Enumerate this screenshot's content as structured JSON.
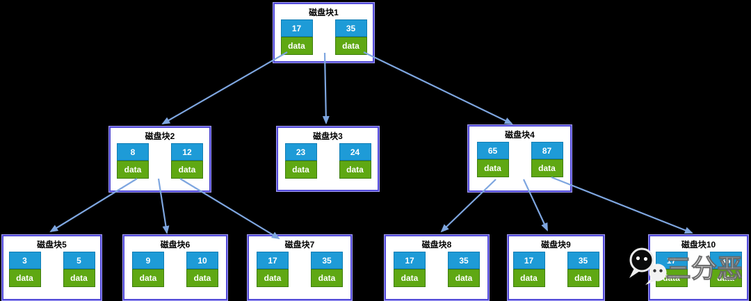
{
  "diagram": {
    "nodes": [
      {
        "id": "b1",
        "label": "磁盘块1",
        "keys": [
          "17",
          "35"
        ],
        "data_label": "data"
      },
      {
        "id": "b2",
        "label": "磁盘块2",
        "keys": [
          "8",
          "12"
        ],
        "data_label": "data"
      },
      {
        "id": "b3",
        "label": "磁盘块3",
        "keys": [
          "23",
          "24"
        ],
        "data_label": "data"
      },
      {
        "id": "b4",
        "label": "磁盘块4",
        "keys": [
          "65",
          "87"
        ],
        "data_label": "data"
      },
      {
        "id": "b5",
        "label": "磁盘块5",
        "keys": [
          "3",
          "5"
        ],
        "data_label": "data"
      },
      {
        "id": "b6",
        "label": "磁盘块6",
        "keys": [
          "9",
          "10"
        ],
        "data_label": "data"
      },
      {
        "id": "b7",
        "label": "磁盘块7",
        "keys": [
          "17",
          "35"
        ],
        "data_label": "data"
      },
      {
        "id": "b8",
        "label": "磁盘块8",
        "keys": [
          "17",
          "35"
        ],
        "data_label": "data"
      },
      {
        "id": "b9",
        "label": "磁盘块9",
        "keys": [
          "17",
          "35"
        ],
        "data_label": "data"
      },
      {
        "id": "b10",
        "label": "磁盘块10",
        "keys": [
          "17",
          "35"
        ],
        "data_label": "data"
      }
    ],
    "edges": [
      {
        "from": "b1",
        "to": "b2"
      },
      {
        "from": "b1",
        "to": "b3"
      },
      {
        "from": "b1",
        "to": "b4"
      },
      {
        "from": "b2",
        "to": "b5"
      },
      {
        "from": "b2",
        "to": "b6"
      },
      {
        "from": "b2",
        "to": "b7"
      },
      {
        "from": "b4",
        "to": "b8"
      },
      {
        "from": "b4",
        "to": "b9"
      },
      {
        "from": "b4",
        "to": "b10"
      }
    ]
  },
  "watermark": {
    "text": "三分恶",
    "icon": "wechat-icon"
  },
  "colors": {
    "background": "#000000",
    "node_fill": "#FFFFFF",
    "node_border": "#524AD8",
    "node_border_outer": "#A5A0F5",
    "key_fill": "#1E9BD7",
    "key_border": "#0F7CB4",
    "data_fill": "#5FA813",
    "data_border": "#3E7D0E",
    "arrow": "#7EA6E0",
    "title_text": "#000000",
    "box_text": "#FFFFFF"
  }
}
